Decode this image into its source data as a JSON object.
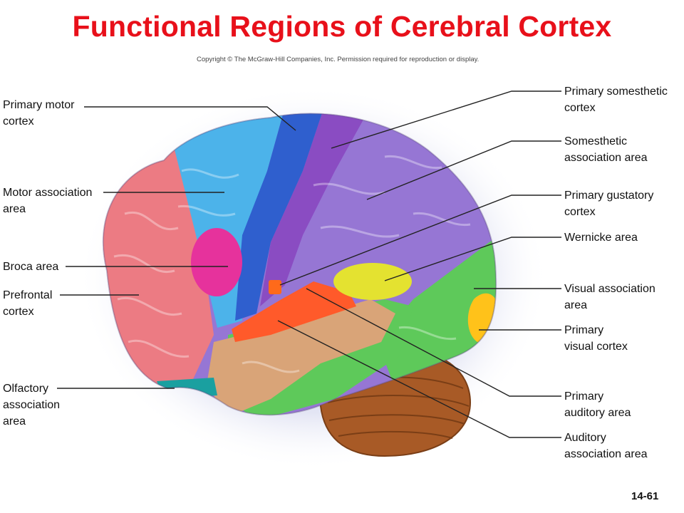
{
  "title": "Functional Regions of Cerebral Cortex",
  "copyright": "Copyright © The McGraw-Hill Companies, Inc. Permission required for reproduction or display.",
  "slide_number": "14-61",
  "labels": {
    "primary_motor_cortex": [
      "Primary motor",
      "cortex"
    ],
    "motor_association_area": [
      "Motor association",
      "area"
    ],
    "broca_area": [
      "Broca area"
    ],
    "prefrontal_cortex": [
      "Prefrontal",
      "cortex"
    ],
    "olfactory_association_area": [
      "Olfactory",
      "association",
      "area"
    ],
    "primary_somesthetic_cortex": [
      "Primary somesthetic",
      "cortex"
    ],
    "somesthetic_association_area": [
      "Somesthetic",
      "association area"
    ],
    "primary_gustatory_cortex": [
      "Primary gustatory",
      "cortex"
    ],
    "wernicke_area": [
      "Wernicke area"
    ],
    "visual_association_area": [
      "Visual association",
      "area"
    ],
    "primary_visual_cortex": [
      "Primary",
      "visual cortex"
    ],
    "primary_auditory_area": [
      "Primary",
      "auditory area"
    ],
    "auditory_association_area": [
      "Auditory",
      "association area"
    ]
  },
  "colors": {
    "title": "#e8101a",
    "prefrontal": "#ec7b83",
    "motor_association": "#4cb3ea",
    "broca": "#e6329c",
    "primary_motor": "#2f5fce",
    "primary_somesthetic": "#8a4cc2",
    "somesthetic_association": "#9676d4",
    "gustatory": "#ff6a1a",
    "primary_auditory": "#ff5a2a",
    "wernicke": "#e4e230",
    "visual_association": "#5ec95a",
    "primary_visual": "#ffc21a",
    "auditory_association": "#d9a478",
    "olfactory": "#1aa0a0",
    "cerebellum": "#a85a26"
  }
}
